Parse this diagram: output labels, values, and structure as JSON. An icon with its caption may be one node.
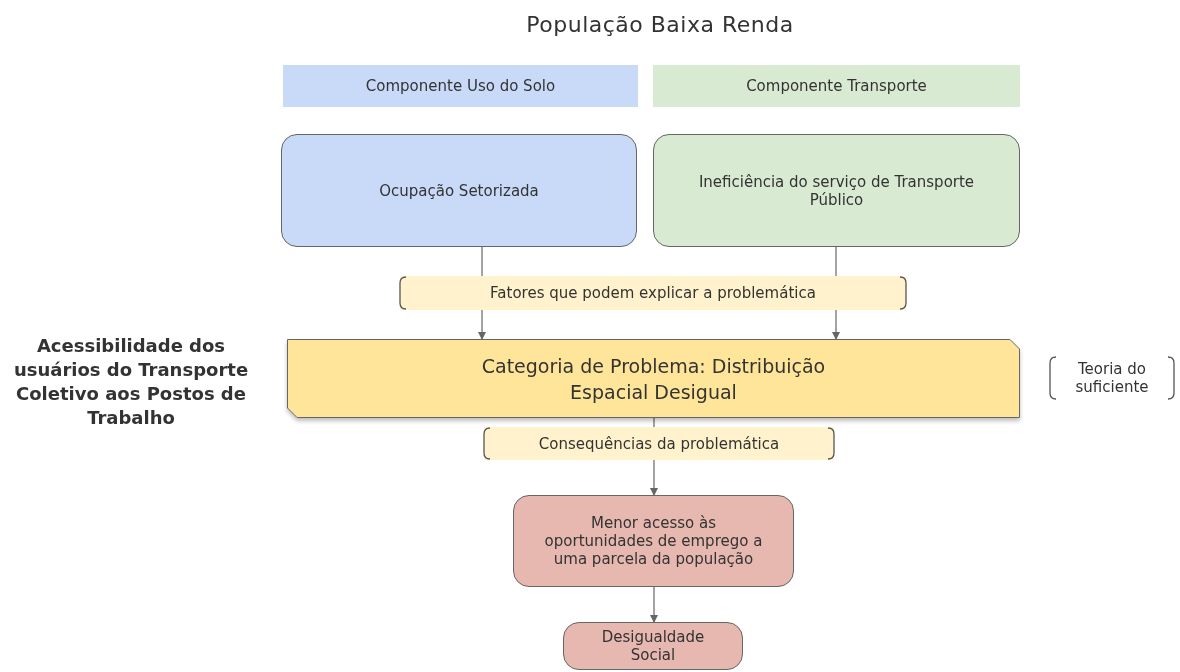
{
  "diagram": {
    "title": "População Baixa Renda",
    "nodes": [
      {
        "text": [
          "Componente Uso do Solo"
        ]
      },
      {
        "text": [
          "Componente Transporte"
        ]
      },
      {
        "text": [
          "Ocupação Setorizada"
        ]
      },
      {
        "text": [
          "Ineficiência do serviço de Transporte Público"
        ]
      },
      {
        "text": [
          "Fatores que podem explicar a problemática"
        ]
      },
      {
        "text": [
          "Categoria de Problema: Distribuição Espacial Desigual"
        ]
      },
      {
        "text": [
          "Teoria do suficiente"
        ]
      },
      {
        "text": [
          "Consequências da problemática"
        ]
      },
      {
        "text": [
          "Menor acesso às oportunidades de emprego a uma parcela da população"
        ]
      },
      {
        "text": [
          "Desigualdade Social"
        ]
      }
    ],
    "edges": [
      {
        "from": 2,
        "to": 4,
        "arrow": "none"
      },
      {
        "from": 3,
        "to": 4,
        "arrow": "none"
      },
      {
        "from": 4,
        "to": 5,
        "arrow": "to"
      },
      {
        "from": 4,
        "to": 5,
        "arrow": "to"
      },
      {
        "from": 5,
        "to": 7,
        "arrow": "none"
      },
      {
        "from": 7,
        "to": 8,
        "arrow": "to"
      },
      {
        "from": 8,
        "to": 9,
        "arrow": "to"
      }
    ],
    "labels": [
      "Acessibilidade dos usuários do Transporte Coletivo aos Postos de Trabalho"
    ]
  }
}
